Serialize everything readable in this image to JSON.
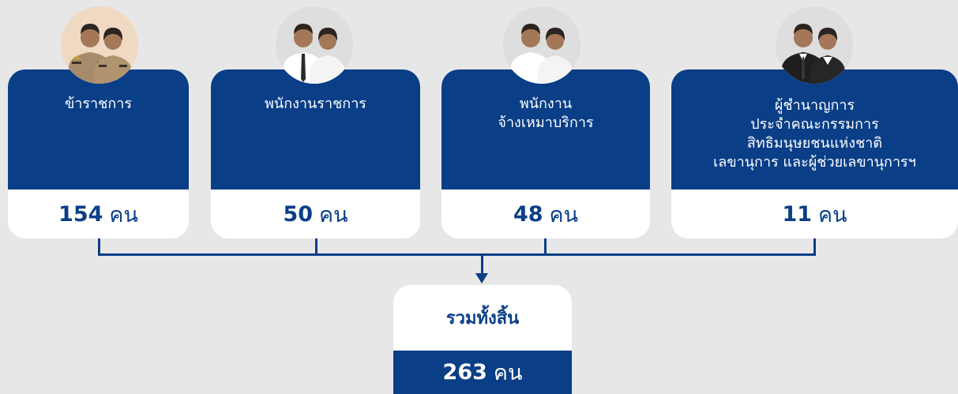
{
  "groups": [
    {
      "label": "ข้าราชการ",
      "count": "154",
      "unit": "คน",
      "avatar": "civil-servant-avatar-icon"
    },
    {
      "label": "พนักงานราชการ",
      "count": "50",
      "unit": "คน",
      "avatar": "government-employee-avatar-icon"
    },
    {
      "label": "พนักงาน\nจ้างเหมาบริการ",
      "count": "48",
      "unit": "คน",
      "avatar": "contract-staff-avatar-icon"
    },
    {
      "label": "ผู้ชำนาญการ\nประจำคณะกรรมการ\nสิทธิมนุษยชนแห่งชาติ\nเลขานุการ และผู้ช่วยเลขานุการฯ",
      "count": "11",
      "unit": "คน",
      "avatar": "expert-avatar-icon"
    }
  ],
  "total": {
    "title": "รวมทั้งสิ้น",
    "count": "263",
    "unit": "คน"
  },
  "colors": {
    "primary": "#0a3e87",
    "background": "#e7e7e8",
    "card": "#ffffff"
  }
}
